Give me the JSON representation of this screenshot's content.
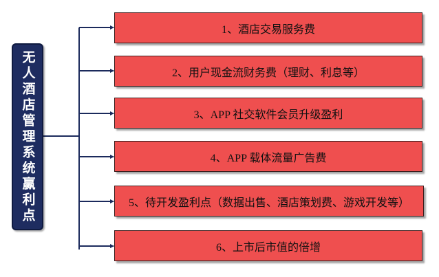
{
  "root": {
    "label": "无人酒店管理系统赢利点"
  },
  "items": [
    {
      "label": "1、酒店交易服务费"
    },
    {
      "label": "2、用户现金流财务费（理财、利息等）"
    },
    {
      "label": "3、APP 社交软件会员升级盈利"
    },
    {
      "label": "4、APP 载体流量广告费"
    },
    {
      "label": "5、待开发盈利点（数据出售、酒店策划费、游戏开发等）"
    },
    {
      "label": "6、上市后市值的倍增"
    }
  ],
  "colors": {
    "root_fill": "#1e2c60",
    "item_fill": "#ef4f4f",
    "connector": "#1b2a5c"
  }
}
